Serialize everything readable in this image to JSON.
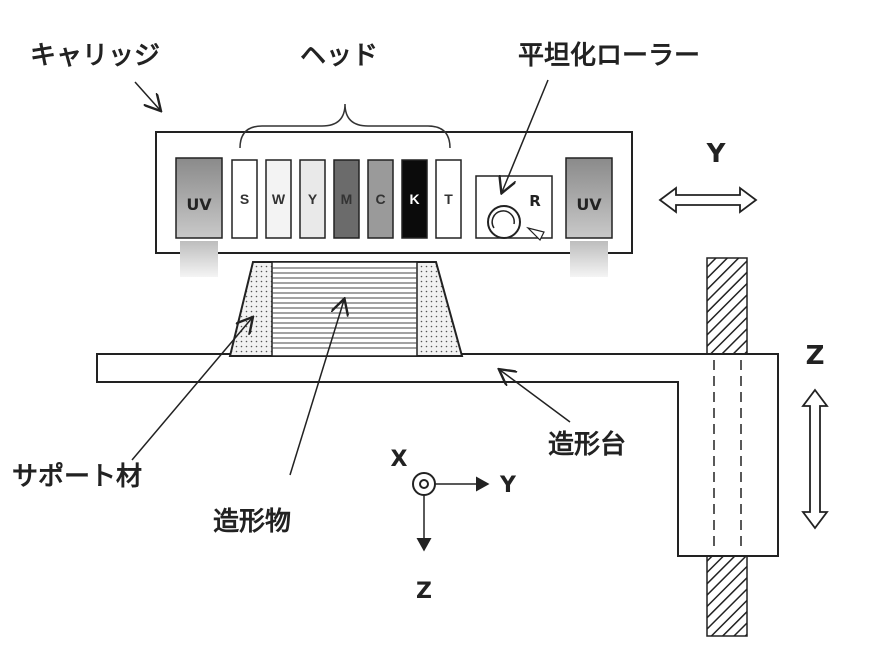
{
  "labels": {
    "carriage": "キャリッジ",
    "head": "ヘッド",
    "roller": "平坦化ローラー",
    "support": "サポート材",
    "model": "造形物",
    "platform": "造形台"
  },
  "carriage": {
    "lamp_left": "UV",
    "lamp_right": "UV",
    "roller_letter": "R",
    "heads": [
      {
        "letter": "S",
        "color": "#ffffff",
        "text_color": "#333333"
      },
      {
        "letter": "W",
        "color": "#f3f3f3",
        "text_color": "#333333"
      },
      {
        "letter": "Y",
        "color": "#e9e9e9",
        "text_color": "#333333"
      },
      {
        "letter": "M",
        "color": "#6b6b6b",
        "text_color": "#333333"
      },
      {
        "letter": "C",
        "color": "#9a9a9a",
        "text_color": "#333333"
      },
      {
        "letter": "K",
        "color": "#0b0b0b",
        "text_color": "#ffffff"
      },
      {
        "letter": "T",
        "color": "#ffffff",
        "text_color": "#333333"
      }
    ]
  },
  "axes": {
    "carriage_motion": "Y",
    "platform_motion": "Z",
    "coord_x": "X",
    "coord_y": "Y",
    "coord_z": "Z"
  }
}
